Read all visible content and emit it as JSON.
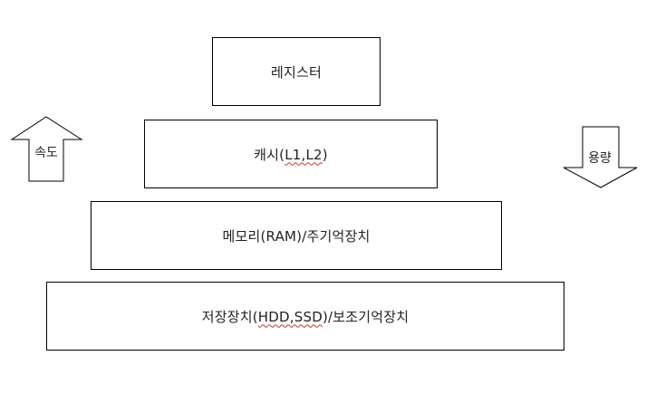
{
  "levels": [
    {
      "label": "레지스터"
    },
    {
      "label_main": "캐시(",
      "label_marked": "L1,L2",
      "label_end": ")"
    },
    {
      "label": "메모리(RAM)/주기억장치"
    },
    {
      "label_main": "저장장치(",
      "label_marked": "HDD,SSD",
      "label_end": ")/보조기억장치"
    }
  ],
  "arrows": {
    "speed": {
      "label": "속도",
      "direction": "up"
    },
    "capacity": {
      "label": "용량",
      "direction": "down"
    }
  }
}
